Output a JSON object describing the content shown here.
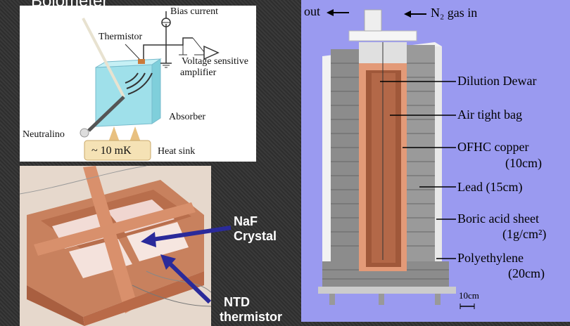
{
  "top_title": "Bolometer",
  "bolometer": {
    "bias_current": "Bias current",
    "thermistor": "Thermistor",
    "amplifier_line1": "Voltage sensitive",
    "amplifier_line2": "amplifier",
    "absorber": "Absorber",
    "neutralino": "Neutralino",
    "temperature": "~ 10 mK",
    "heat_sink": "Heat sink"
  },
  "photo": {
    "naf_line1": "NaF",
    "naf_line2": "Crystal",
    "ntd_line1": "NTD",
    "ntd_line2": "thermistor"
  },
  "detector": {
    "out": "out",
    "gas_in": "N₂ gas in",
    "dilution": "Dilution  Dewar",
    "bag": "Air tight bag",
    "copper_line1": "OFHC copper",
    "copper_line2": "(10cm)",
    "lead": "Lead (15cm)",
    "boric_line1": "Boric acid sheet",
    "boric_line2": "(1g/cm²)",
    "poly_line1": "Polyethylene",
    "poly_line2": "(20cm)",
    "scale": "10cm"
  },
  "colors": {
    "arrow": "#2a2a9a",
    "panel_bg": "#9a9af0",
    "copper": "#c87a55"
  }
}
